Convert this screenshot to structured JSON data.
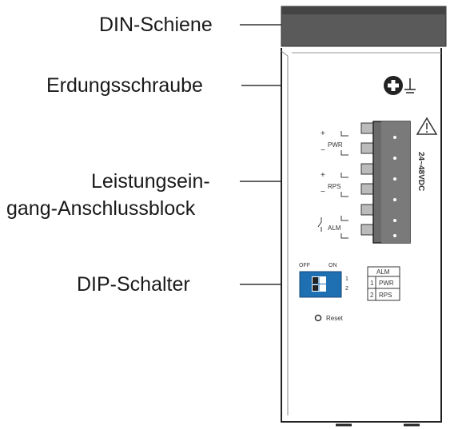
{
  "callouts": {
    "din_rail": "DIN-Schiene",
    "ground_screw": "Erdungsschraube",
    "power_input_line1": "Leistungsein-",
    "power_input_line2": "gang-Anschlussblock",
    "dip_switch": "DIP-Schalter"
  },
  "terminal_labels": {
    "pwr": "PWR",
    "rps": "RPS",
    "alm": "ALM",
    "plus": "+",
    "minus": "−",
    "voltage": "24~48VDC"
  },
  "dip": {
    "off": "OFF",
    "on": "ON",
    "pos1": "1",
    "pos2": "2"
  },
  "alarm_table": {
    "header": "ALM",
    "rows": [
      {
        "num": "1",
        "label": "PWR"
      },
      {
        "num": "2",
        "label": "RPS"
      }
    ]
  },
  "reset_label": "Reset",
  "colors": {
    "dip_blue": "#1f6fb3",
    "rail_gray": "#5a5a5a",
    "line": "#333333"
  }
}
